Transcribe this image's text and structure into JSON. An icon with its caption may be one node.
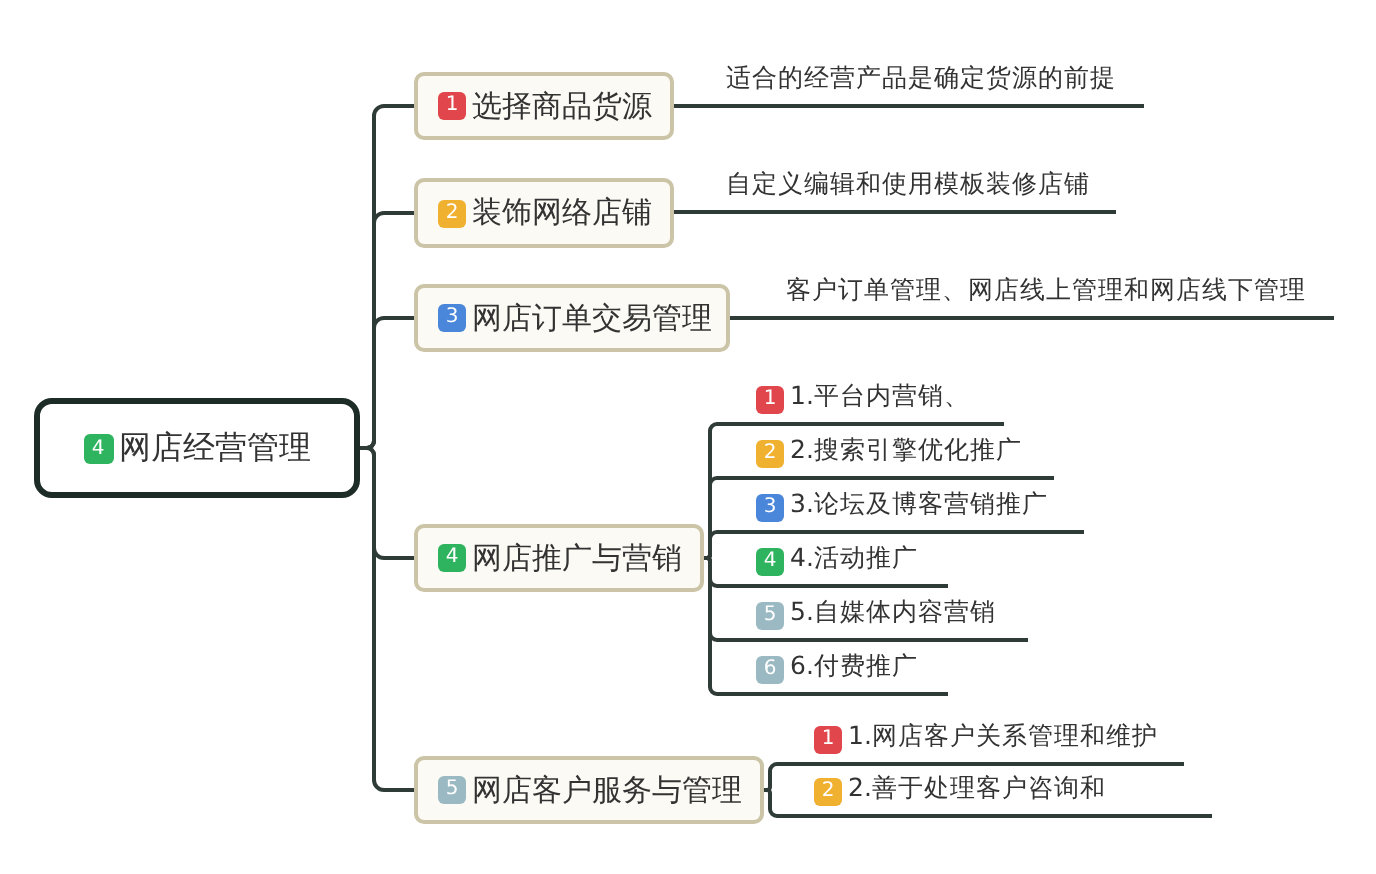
{
  "diagram": {
    "nodes": [
      {
        "text": [
          "4",
          "网店经营管理"
        ]
      },
      {
        "text": [
          "1",
          "选择商品货源"
        ]
      },
      {
        "text": [
          "适合的经营产品是确定货源的前提"
        ]
      },
      {
        "text": [
          "2",
          "装饰网络店铺"
        ]
      },
      {
        "text": [
          "自定义编辑和使用模板装修店铺"
        ]
      },
      {
        "text": [
          "3",
          "网店订单交易管理"
        ]
      },
      {
        "text": [
          "客户订单管理、网店线上管理和网店线下管理"
        ]
      },
      {
        "text": [
          "4",
          "网店推广与营销"
        ]
      },
      {
        "text": [
          "1",
          "1.平台内营销、"
        ]
      },
      {
        "text": [
          "2",
          "2.搜索引擎优化推广"
        ]
      },
      {
        "text": [
          "3",
          "3.论坛及博客营销推广"
        ]
      },
      {
        "text": [
          "4",
          "4.活动推广"
        ]
      },
      {
        "text": [
          "5",
          "5.自媒体内容营销"
        ]
      },
      {
        "text": [
          "6",
          "6.付费推广"
        ]
      },
      {
        "text": [
          "5",
          "网店客户服务与管理"
        ]
      },
      {
        "text": [
          "1",
          "1.网店客户关系管理和维护"
        ]
      },
      {
        "text": [
          "2",
          "2.善于处理客户咨询和"
        ]
      }
    ],
    "edges": [
      {
        "from": 0,
        "to": 1,
        "arrow": "none"
      },
      {
        "from": 0,
        "to": 3,
        "arrow": "none"
      },
      {
        "from": 0,
        "to": 5,
        "arrow": "none"
      },
      {
        "from": 0,
        "to": 7,
        "arrow": "none"
      },
      {
        "from": 0,
        "to": 14,
        "arrow": "none"
      },
      {
        "from": 1,
        "to": 2,
        "arrow": "none"
      },
      {
        "from": 3,
        "to": 4,
        "arrow": "none"
      },
      {
        "from": 5,
        "to": 6,
        "arrow": "none"
      },
      {
        "from": 7,
        "to": 8,
        "arrow": "none"
      },
      {
        "from": 7,
        "to": 9,
        "arrow": "none"
      },
      {
        "from": 7,
        "to": 10,
        "arrow": "none"
      },
      {
        "from": 7,
        "to": 11,
        "arrow": "none"
      },
      {
        "from": 7,
        "to": 12,
        "arrow": "none"
      },
      {
        "from": 7,
        "to": 13,
        "arrow": "none"
      },
      {
        "from": 14,
        "to": 15,
        "arrow": "none"
      },
      {
        "from": 14,
        "to": 16,
        "arrow": "none"
      }
    ]
  }
}
